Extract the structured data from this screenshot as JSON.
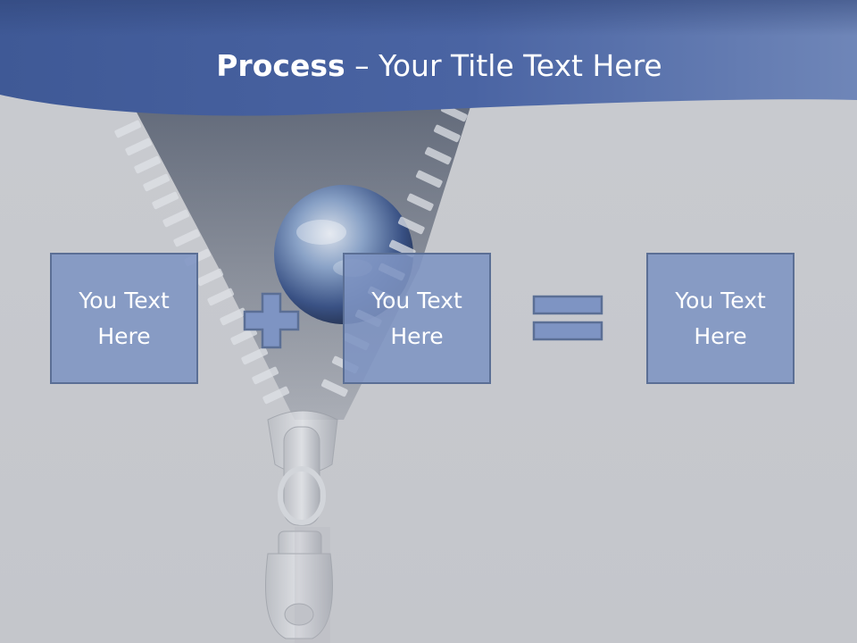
{
  "title": {
    "bold": "Process",
    "rest": " – Your Title Text Here"
  },
  "boxes": [
    {
      "text": "You Text Here"
    },
    {
      "text": "You Text Here"
    },
    {
      "text": "You Text Here"
    }
  ],
  "operators": [
    "plus",
    "equals"
  ],
  "colors": {
    "header_band": "#4a64a0",
    "background": "#c6c8cd",
    "box_fill": "#7e94c3",
    "box_border": "#5b6f95",
    "text": "#ffffff"
  }
}
